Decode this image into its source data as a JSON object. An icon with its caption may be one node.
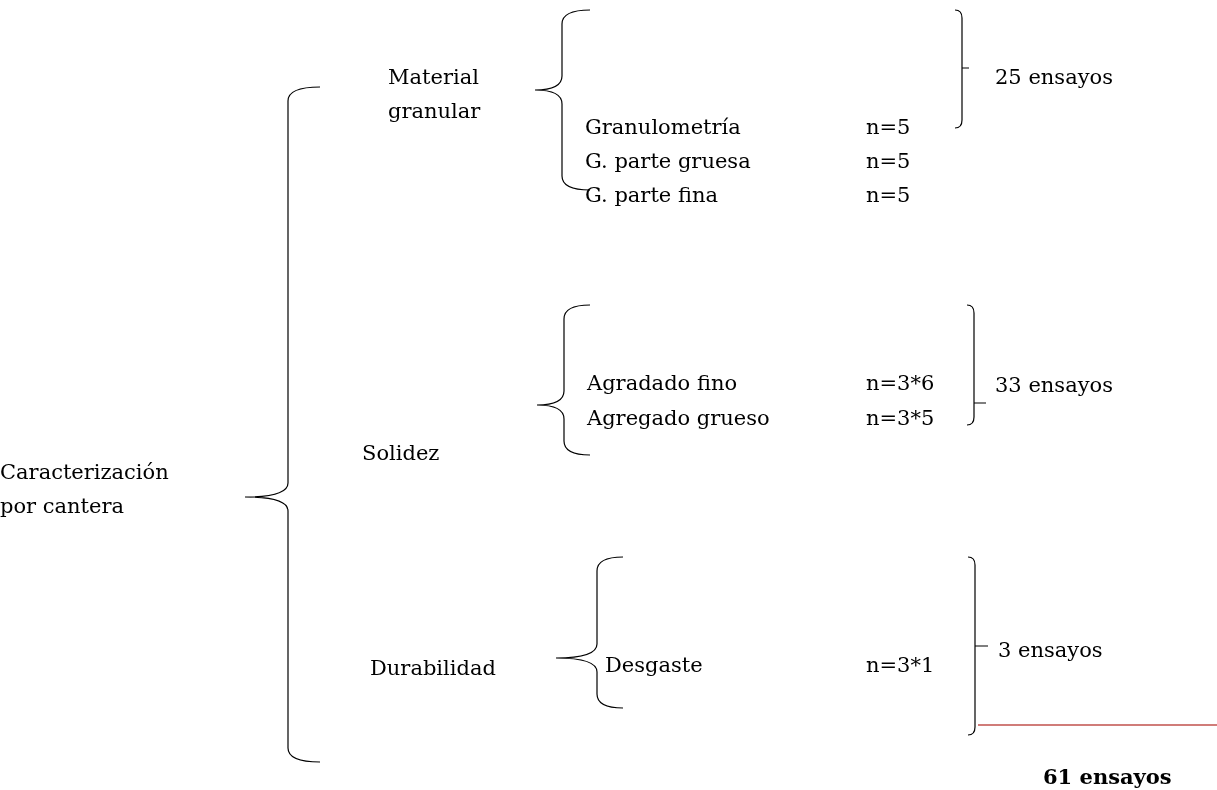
{
  "diagram": {
    "labels": [
      "Caracterización por cantera",
      "Material granular",
      "Granulometría",
      "n=5",
      "G. parte gruesa",
      "n=5",
      "G. parte fina",
      "n=5",
      "25 ensayos",
      "Solidez",
      "Agradado fino",
      "n=3*6",
      "Agregado grueso",
      "n=3*5",
      "33 ensayos",
      "Durabilidad",
      "Desgaste",
      "n=3*1",
      "3 ensayos",
      "61 ensayos"
    ]
  }
}
